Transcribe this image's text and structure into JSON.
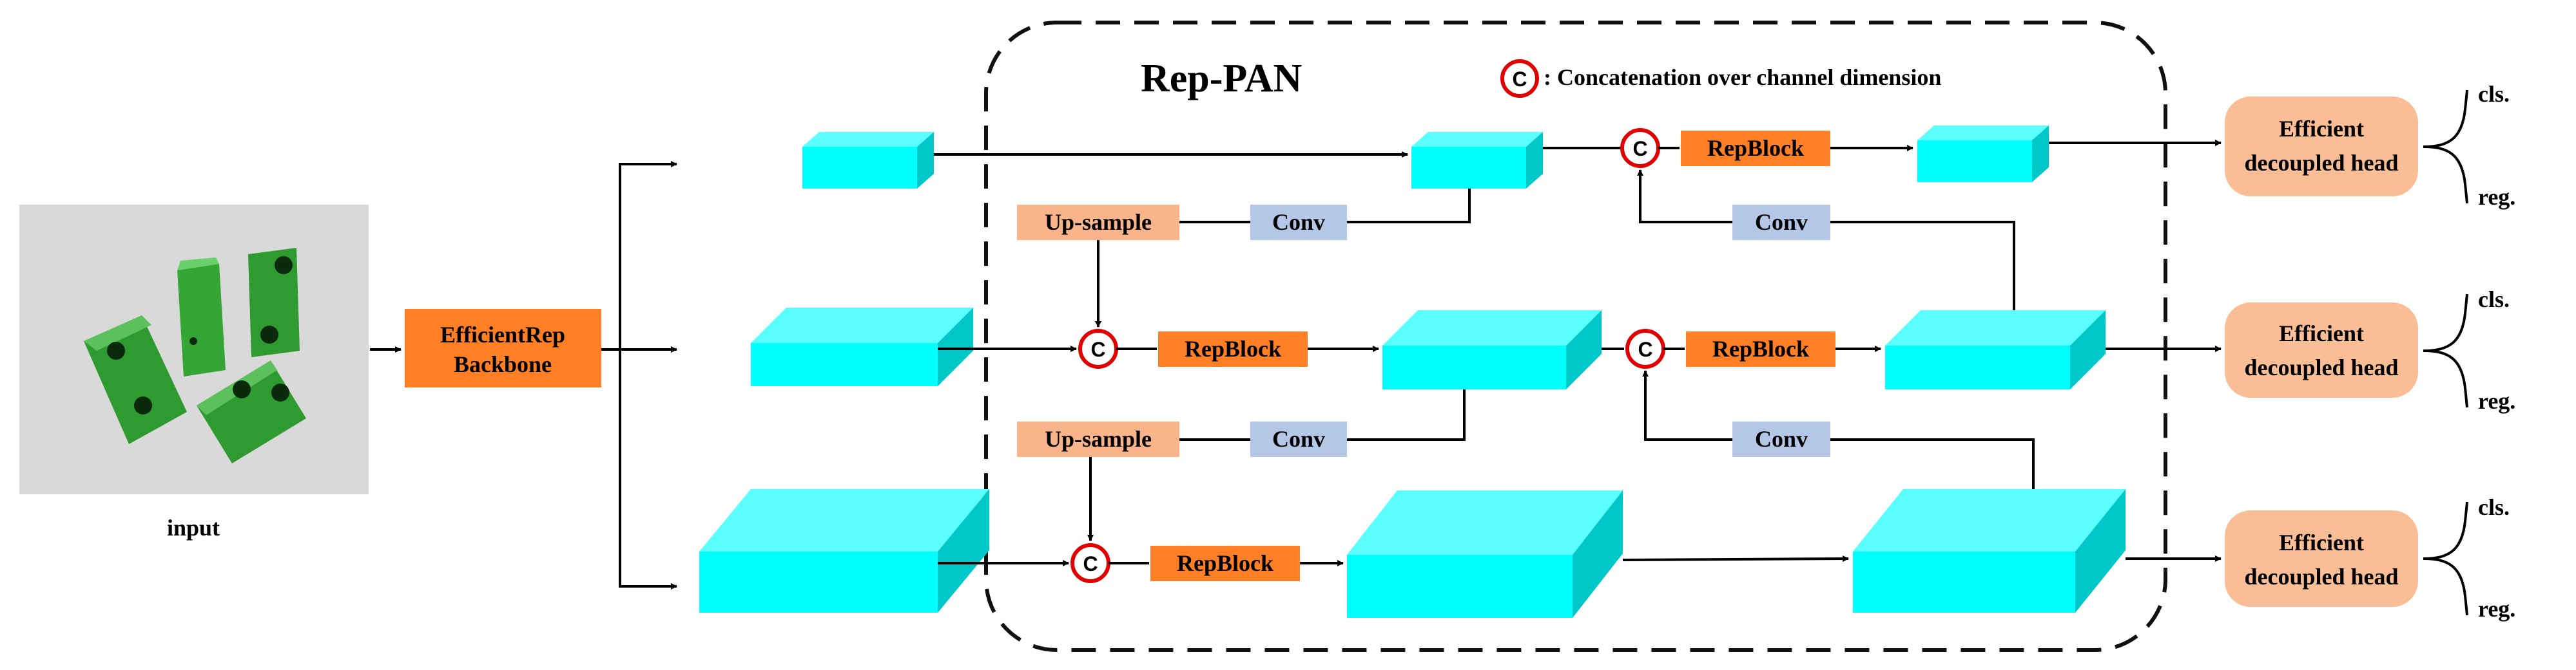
{
  "title": "Rep-PAN",
  "legend": {
    "symbol": "C",
    "text": ": Concatenation over channel dimension"
  },
  "input": {
    "label": "input"
  },
  "backbone": {
    "line1": "EfficientRep",
    "line2": "Backbone"
  },
  "blocks": {
    "repblock": "RepBlock",
    "conv": "Conv",
    "upsample": "Up-sample",
    "concat": "C"
  },
  "heads": [
    {
      "line1": "Efficient",
      "line2": "decoupled head",
      "cls": "cls.",
      "reg": "reg."
    },
    {
      "line1": "Efficient",
      "line2": "decoupled head",
      "cls": "cls.",
      "reg": "reg."
    },
    {
      "line1": "Efficient",
      "line2": "decoupled head",
      "cls": "cls.",
      "reg": "reg."
    }
  ],
  "colors": {
    "cyan_front": "#00ffff",
    "cyan_top": "#5cffff",
    "cyan_side": "#00c8c8",
    "orange": "#ff7f27",
    "peach": "#f9b48a",
    "head": "#f9be96",
    "conv": "#b4c7e7",
    "red": "#e00000",
    "photo_bg": "#dcdcdc",
    "green": "#3aa33a"
  }
}
